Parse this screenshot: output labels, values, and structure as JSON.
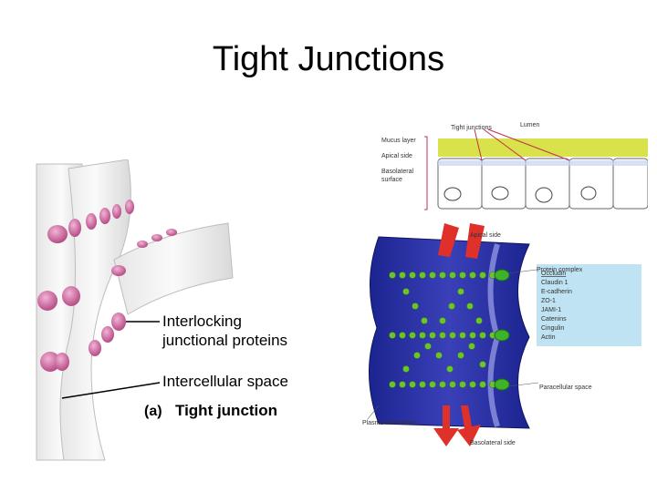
{
  "slide": {
    "title": "Tight Junctions"
  },
  "left_figure": {
    "label_proteins_1": "Interlocking",
    "label_proteins_2": "junctional proteins",
    "label_space": "Intercellular space",
    "caption_letter": "(a)",
    "caption": "Tight junction"
  },
  "top_figure": {
    "tight_junctions": "Tight junctions",
    "lumen": "Lumen",
    "mucus_layer": "Mucus layer",
    "apical_side": "Apical side",
    "basolateral_1": "Basolateral",
    "basolateral_2": "surface"
  },
  "bottom_figure": {
    "apical_side": "Apical side",
    "protein_complex": "Protein complex",
    "proteins": [
      "Occludin",
      "Claudin 1",
      "E-cadherin",
      "ZO-1",
      "JAMI-1",
      "Catenins",
      "Cingulin",
      "Actin"
    ],
    "paracellular_space": "Paracellular space",
    "plasma_membrane": "Plasma membrane",
    "basolateral_side": "Basolateral side"
  },
  "colors": {
    "junction_pink": "#c8609a",
    "membrane_blue": "#2a2f9c",
    "bead_green": "#6bc42a",
    "arrow_red": "#e0302a",
    "mucus_yellow": "#d9e24a",
    "legend_bg": "#bfe3f2"
  }
}
